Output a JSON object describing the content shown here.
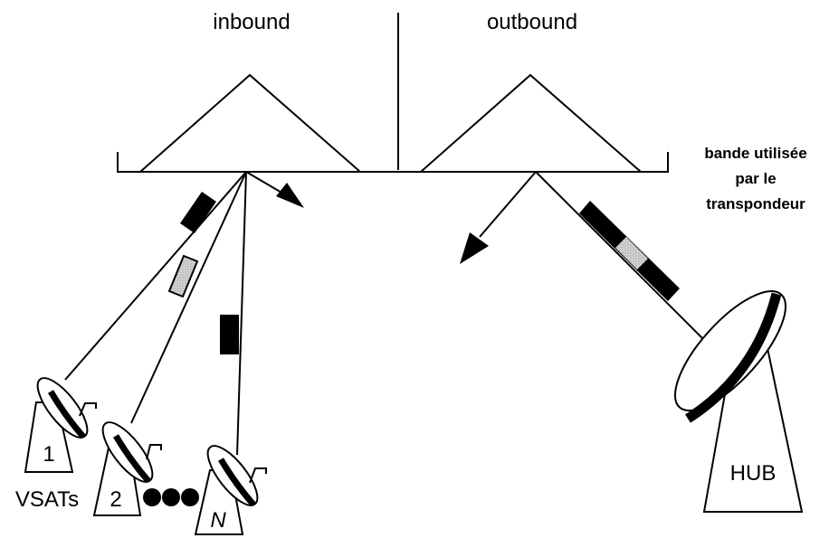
{
  "labels": {
    "inbound": "inbound",
    "outbound": "outbound",
    "band_line1": "bande utilisée",
    "band_line2": "par le",
    "band_line3": "transpondeur",
    "vsats": "VSATs",
    "vsat_1": "1",
    "vsat_2": "2",
    "vsat_n": "N",
    "hub": "HUB"
  },
  "colors": {
    "ink": "#000000",
    "packet_light": "#c8c8c8"
  }
}
